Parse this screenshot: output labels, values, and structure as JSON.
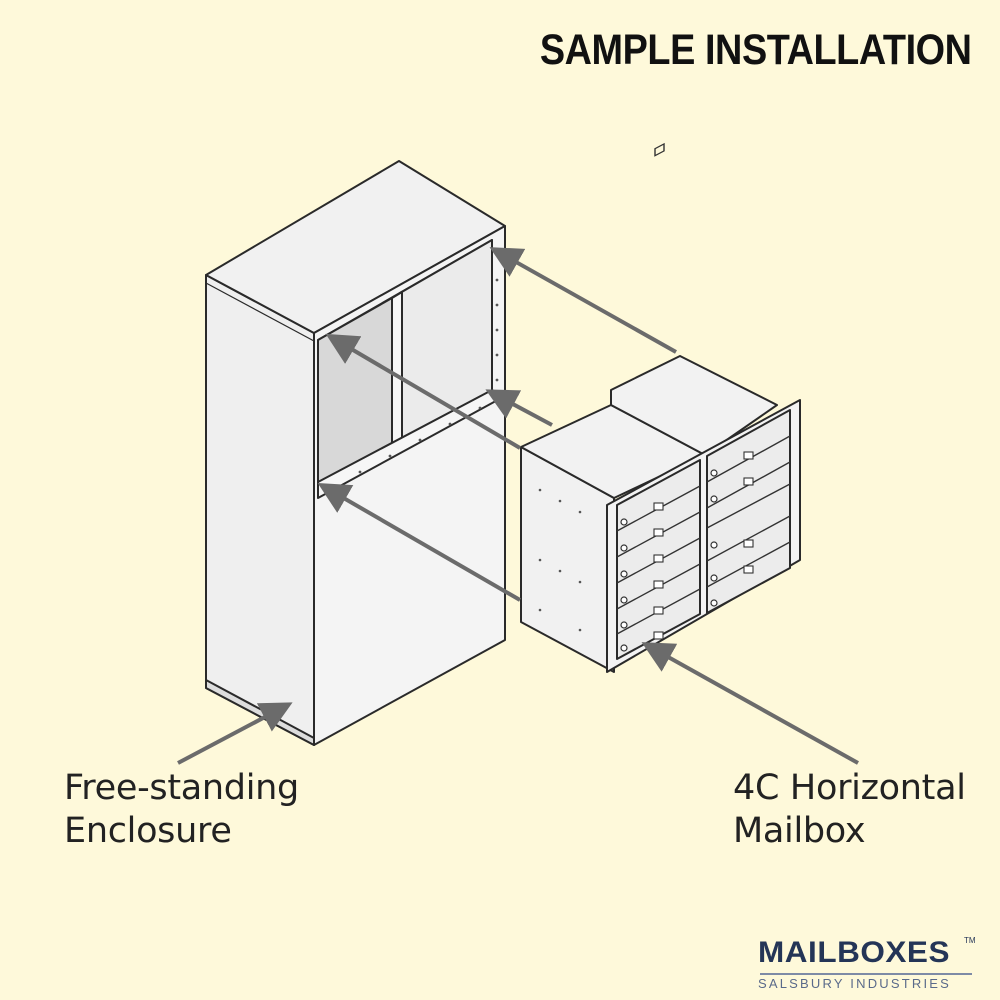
{
  "title": "SAMPLE INSTALLATION",
  "callouts": {
    "enclosure": {
      "line1": "Free-standing",
      "line2": "Enclosure"
    },
    "mailbox": {
      "line1": "4C Horizontal",
      "line2": "Mailbox"
    }
  },
  "logo": {
    "word": "MAILBOXES",
    "tm": "TM",
    "subtitle": "SALSBURY INDUSTRIES"
  },
  "colors": {
    "background": "#FEF9DA",
    "line": "#2a2a2a",
    "arrow": "#6b6b6b",
    "panel": "#EEEEEE",
    "brand": "#243557"
  }
}
